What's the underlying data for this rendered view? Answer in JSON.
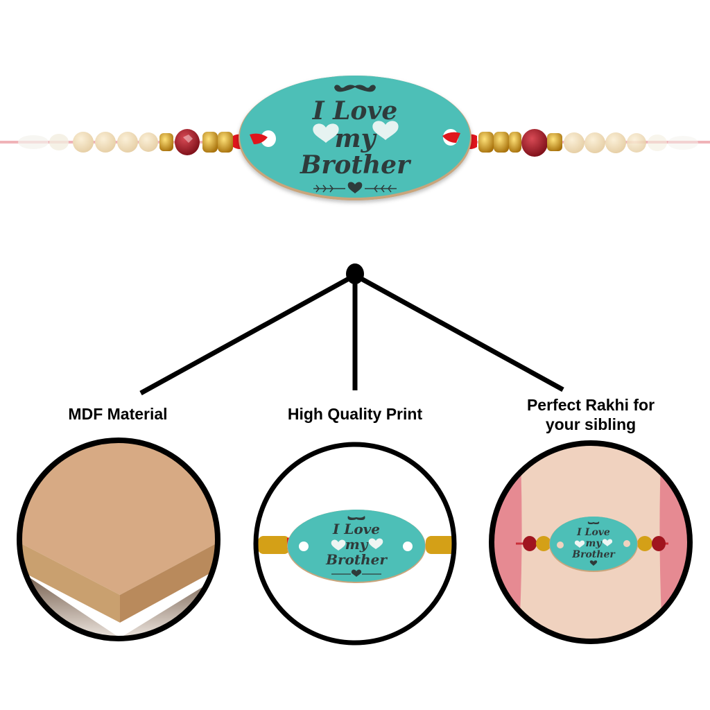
{
  "product": {
    "name": "I Love My Brother Rakhi",
    "tag_text": {
      "line1": "I Love",
      "line2": "my",
      "line3": "Brother"
    },
    "colors": {
      "tag_teal": "#4dbfb7",
      "thread_red": "#e0141c",
      "crystal_red": "#a0151f",
      "gold": "#d4a017",
      "cream_bead": "#f1dcb8",
      "ink": "#2f3a3a",
      "mdf_top": "#d7aa84",
      "mdf_edge": "#c79966",
      "skin": "#f0d2bf",
      "backdrop_pink": "#e68a92"
    }
  },
  "features": [
    {
      "id": "mdf",
      "label": "MDF Material",
      "image": "mdf-board-photo"
    },
    {
      "id": "print",
      "label": "High Quality Print",
      "image": "rakhi-tag-closeup"
    },
    {
      "id": "gift",
      "label_line1": "Perfect Rakhi for",
      "label_line2": "your sibling",
      "image": "rakhi-on-wrist"
    }
  ]
}
